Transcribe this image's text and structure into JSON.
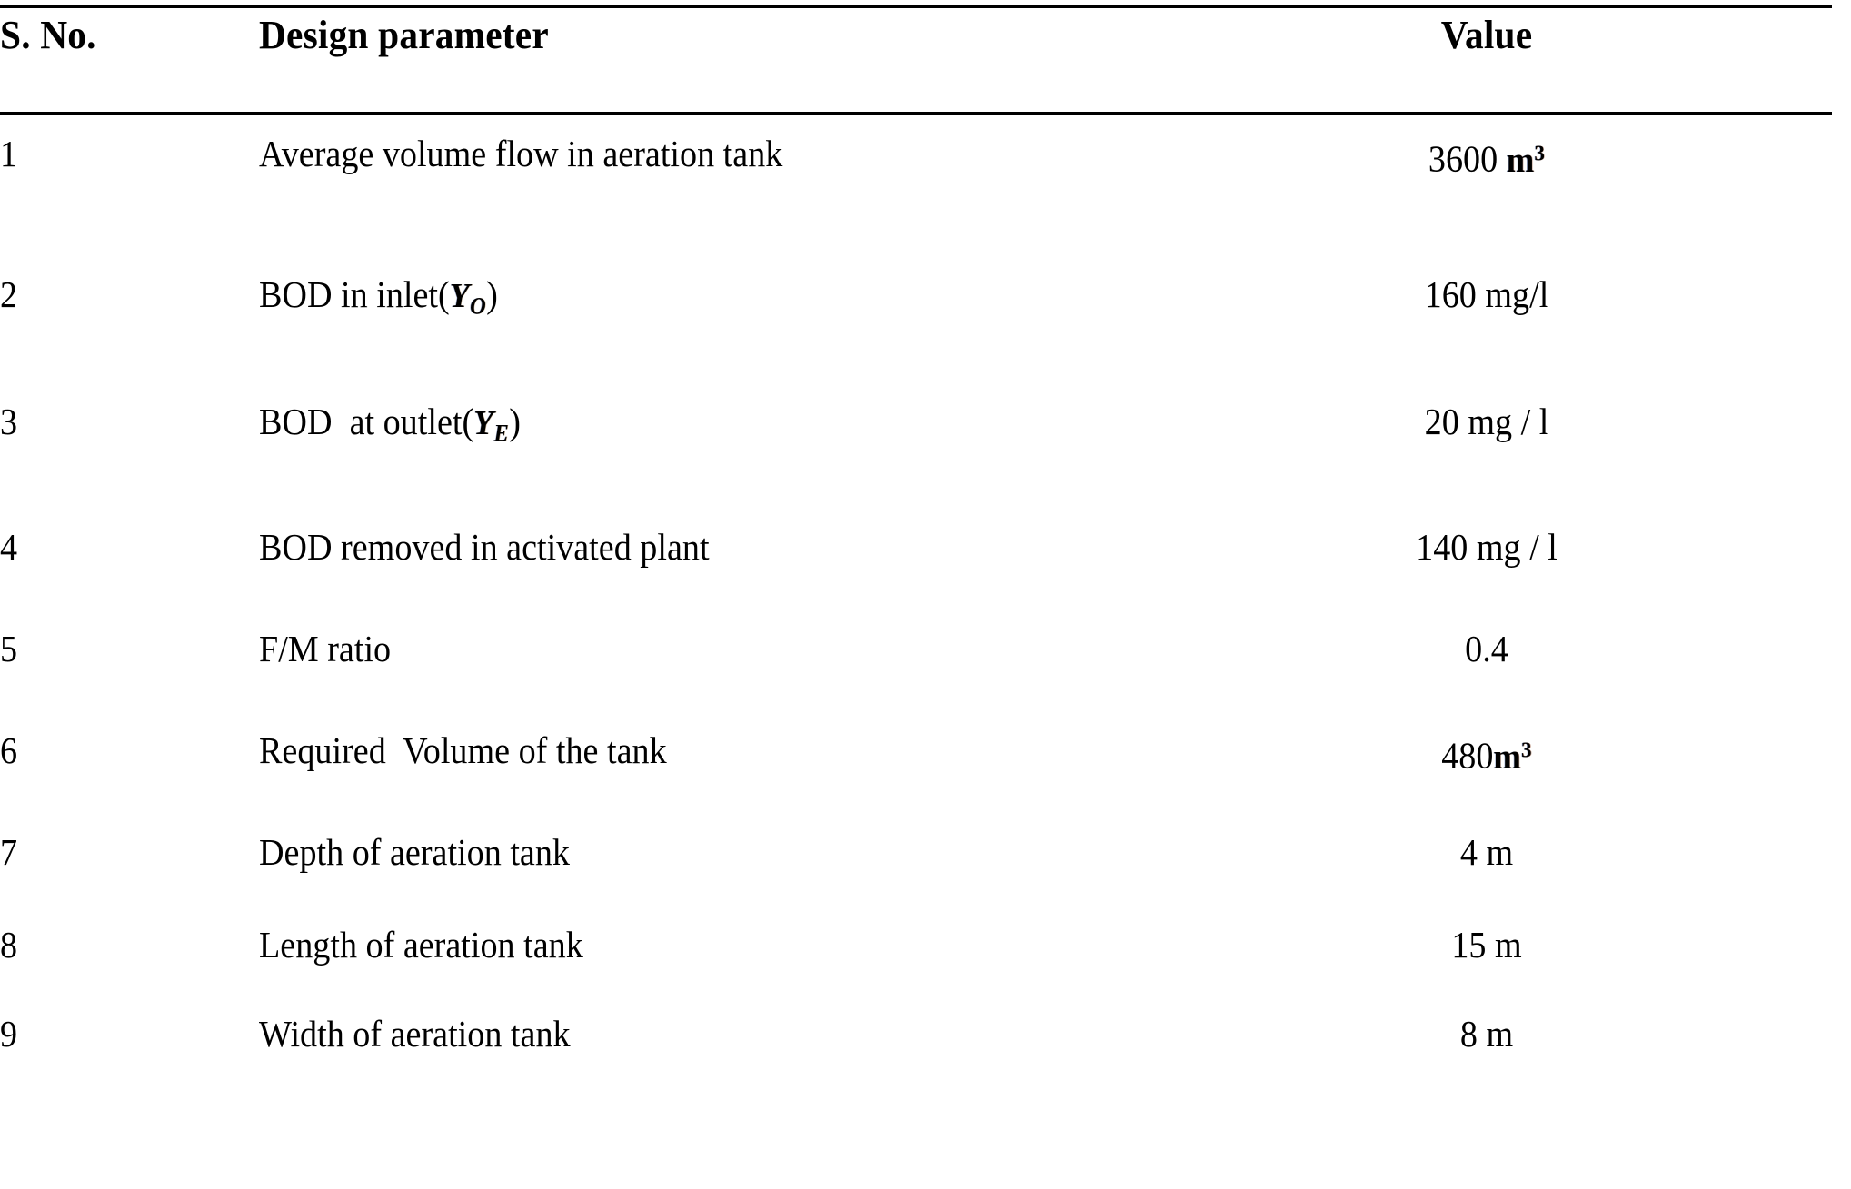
{
  "document": {
    "type": "table",
    "title": "Design parameter table",
    "background_color": "#ffffff",
    "text_color": "#000000",
    "rule_color": "#000000"
  },
  "table": {
    "columns": [
      {
        "key": "sno",
        "label": "S. No.",
        "align": "left"
      },
      {
        "key": "param",
        "label": "Design parameter",
        "align": "left"
      },
      {
        "key": "value",
        "label": "Value",
        "align": "center"
      }
    ],
    "rows": [
      {
        "sno": "1",
        "param": "Average volume flow in aeration tank",
        "value_number": "3600 ",
        "value_unit": "m",
        "value_unit_exp": "3",
        "value_plain": "3600 m3"
      },
      {
        "sno": "2",
        "param_pre": "BOD in inlet(",
        "param_var": "Y",
        "param_var_sub": "O",
        "param_post": ")",
        "param_plain": "BOD in inlet(YO)",
        "value_plain": "160 mg/l"
      },
      {
        "sno": "3",
        "param_pre": "BOD  at outlet(",
        "param_var": "Y",
        "param_var_sub": "E",
        "param_post": ")",
        "param_plain": "BOD  at outlet(YE)",
        "value_plain": "20 mg / l"
      },
      {
        "sno": "4",
        "param": "BOD removed in activated plant",
        "value_plain": "140 mg / l"
      },
      {
        "sno": "5",
        "param": "F/M ratio",
        "value_plain": "0.4"
      },
      {
        "sno": "6",
        "param": "Required  Volume of the tank",
        "value_number": "480",
        "value_unit": "m",
        "value_unit_exp": "3",
        "value_plain": "480m3"
      },
      {
        "sno": "7",
        "param": "Depth of aeration tank",
        "value_plain": "4 m"
      },
      {
        "sno": "8",
        "param": "Length of aeration tank",
        "value_plain": "15 m"
      },
      {
        "sno": "9",
        "param": "Width of aeration tank",
        "value_plain": "8 m"
      }
    ]
  }
}
